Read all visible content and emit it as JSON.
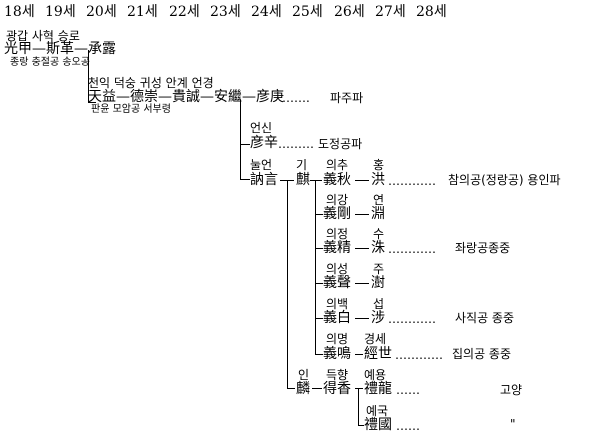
{
  "generations": [
    "18세",
    "19세",
    "20세",
    "21세",
    "22세",
    "23세",
    "24세",
    "25세",
    "26세",
    "27세",
    "28세"
  ],
  "top": {
    "reading": "광갑  사혁  승로",
    "hanja": "光甲—斯革—承露",
    "notes": "종랑  충절공  송오공"
  },
  "branch2": {
    "reading": "천익   덕숭  귀성  안계  언경",
    "hanja": "天益—德崇—貴誠—安繼—彦庚",
    "notes": "판윤   모암공 서부령",
    "leader": "…….",
    "lineage": "파주파"
  },
  "branch3": {
    "reading": "언신",
    "hanja": "彦辛",
    "leader": "………",
    "lineage": "도정공파"
  },
  "g25": {
    "reading": "눌언",
    "hanja": "訥言"
  },
  "g26": {
    "reading": "기",
    "hanja": "麒"
  },
  "uichu": {
    "reading": "의추",
    "hanja": "義秋",
    "reading2": "홍",
    "hanja2": "洪",
    "leader": "…………",
    "lineage": "참의공(정랑공)  용인파"
  },
  "uigang": {
    "reading": "의강",
    "hanja": "義剛",
    "reading2": "연",
    "hanja2": "淵"
  },
  "uijeong": {
    "reading": "의정",
    "hanja": "義精",
    "reading2": "수",
    "hanja2": "洙",
    "leader": "…………",
    "lineage": "좌랑공종중"
  },
  "uiseong": {
    "reading": "의성",
    "hanja": "義聲",
    "reading2": "주",
    "hanja2": "澍"
  },
  "uibaek": {
    "reading": "의백",
    "hanja": "義白",
    "reading2": "섭",
    "hanja2": "涉",
    "leader": "…………",
    "lineage": "사직공  종중"
  },
  "uimyeong": {
    "reading": "의명",
    "hanja": "義鳴",
    "reading2": "경세",
    "hanja2": "經世",
    "leader": "…………",
    "lineage": "집의공  종중"
  },
  "in": {
    "reading": "인",
    "hanja": "麟"
  },
  "deukhyang": {
    "reading": "득향",
    "hanja": "得香"
  },
  "yeryong": {
    "reading": "예용",
    "hanja": "禮龍",
    "leader": "……",
    "lineage": "고양"
  },
  "yeguk": {
    "reading": "예국",
    "hanja": "禮國",
    "leader": "……",
    "lineage": "\""
  }
}
